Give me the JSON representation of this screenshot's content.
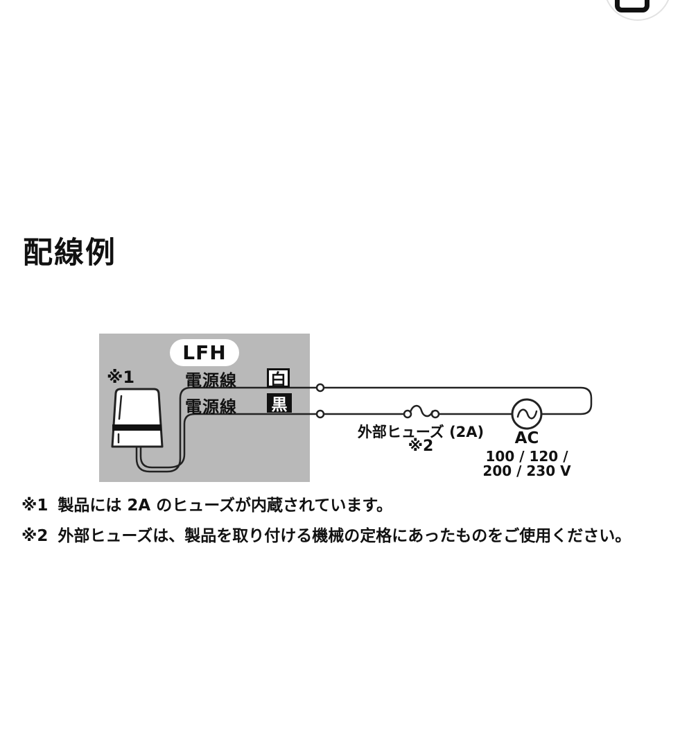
{
  "page": {
    "title": "配線例"
  },
  "share_button": {
    "icon": "share-icon"
  },
  "diagram": {
    "product_label": "LFH",
    "device_note_ref": "※1",
    "wires": {
      "top_label": "電源線",
      "bottom_label": "電源線",
      "top_color_tag": "白",
      "bottom_color_tag": "黒"
    },
    "fuse": {
      "label": "外部ヒューズ (2A)",
      "note_ref": "※2"
    },
    "ac_source": {
      "label": "AC",
      "voltage_line1": "100 / 120 /",
      "voltage_line2": "200 / 230 V"
    },
    "colors": {
      "panel_gray": "#b9b9b9",
      "line": "#222222",
      "tag_white_bg": "#ffffff",
      "tag_black_bg": "#111111"
    }
  },
  "footnotes": [
    {
      "ref": "※1",
      "text": "製品には 2A のヒューズが内蔵されています。"
    },
    {
      "ref": "※2",
      "text": "外部ヒューズは、製品を取り付ける機械の定格にあったものをご使用ください。"
    }
  ]
}
